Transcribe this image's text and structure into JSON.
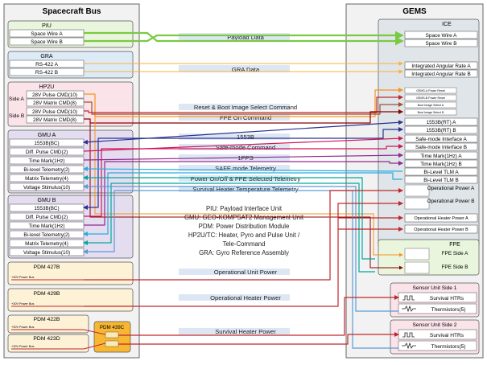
{
  "left_panel": {
    "title": "Spacecraft Bus",
    "piu": {
      "title": "PIU",
      "ports": [
        "Space Wire A",
        "Space Wire B"
      ]
    },
    "gra": {
      "title": "GRA",
      "ports": [
        "RS-422 A",
        "RS-422 B"
      ]
    },
    "hp2u": {
      "title": "HP2U",
      "side_a": "Side A",
      "side_b": "Side B",
      "ports": [
        "28V Pulse CMD(10)",
        "28V Matrix CMD(8)",
        "28V Pulse CMD(10)",
        "28V Matrix CMD(8)"
      ]
    },
    "gmu_a": {
      "title": "GMU A",
      "ports": [
        "1553B(BC)",
        "Diff. Pulse CMD(2)",
        "Time Mark(1Hz)",
        "Bi-level Telemetry(2)",
        "Matrix Telemetry(4)",
        "Voltage Stimulus(10)"
      ]
    },
    "gmu_b": {
      "title": "GMU B",
      "ports": [
        "1553B(BC)",
        "Diff. Pulse CMD(2)",
        "Time Mark(1Hz)",
        "Bi-level Telemetry(2)",
        "Matrix Telemetry(4)",
        "Voltage Stimulus(10)"
      ]
    },
    "pdms": [
      {
        "title": "PDM 427B",
        "line": "+30V Power Bus"
      },
      {
        "title": "PDM 429B",
        "line": "+30V Power Bus"
      },
      {
        "title": "PDM 422B",
        "line": "+30V Power Bus"
      },
      {
        "title": "PDM 423D",
        "line": "+30V Power Bus"
      }
    ],
    "pdm_439c": "PDM 439C"
  },
  "right_panel": {
    "title": "GEMS",
    "ice": {
      "title": "ICE",
      "ports": [
        "Space Wire A",
        "Space Wire B"
      ]
    },
    "gra_ports": [
      "Integrated Angular Rate A",
      "Integrated Angular Rate B"
    ],
    "small_ports": [
      "GEMS-A Power Reset",
      "GEMS-B Power Reset",
      "Boot Image Select A",
      "Boot Image Select B"
    ],
    "ports": [
      "1553B(RT) A",
      "1553B(RT) B",
      "Safe-mode Interface A",
      "Safe-mode Interface B",
      "Time Mark(1Hz) A",
      "Time Mark(1Hz) B",
      "Bi-Level TLM A",
      "Bi-Level TLM B"
    ],
    "op_power_a": "Operational Power A",
    "op_power_b": "Operational Power B",
    "op_heater_a": "Operational Heater Power A",
    "op_heater_b": "Operational Heater Power B",
    "fpe": {
      "title": "FPE",
      "side_a": "FPE Side A",
      "side_b": "FPE Side B"
    },
    "sensor1": {
      "title": "Sensor Unit  Side 1",
      "heaters": "Survival HTRs",
      "thermistors": "Thermistors(5)"
    },
    "sensor2": {
      "title": "Sensor Unit  Side 2",
      "heaters": "Survival HTRs",
      "thermistors": "Thermistors(5)"
    }
  },
  "signals": {
    "payload": "Payload Data",
    "gra": "GRA Data",
    "reset": "Reset & Boot Image Select Command",
    "fpe_on": "FPE On Command",
    "s1553": "1553B",
    "safe_mode": "Safe-mode Command",
    "pps": "1PPS",
    "safe_tlm": "SAFE mode Telemetry",
    "power_onoff": "Power On/Off & FPE Selected Telemetry",
    "survival_temp": "Survival Heater Temperature Telemetry",
    "op_unit_power": "Operational Unit Power",
    "op_heater_power": "Operational Heater Power",
    "survival_heater_power": "Survival Heater Power"
  },
  "legend": [
    "PIU: Payload Interface Unit",
    "GMU: GEO-KOMPSAT2 Management Unit",
    "PDM: Power Distribution Module",
    "HP2U/TC: Heater, Pyro and Pulse Unit /",
    "Tele-Command",
    "GRA: Gyro Reference Assembly"
  ],
  "colors": {
    "green": "#7ac943",
    "orange": "#f7931e",
    "gold": "#fbb03b",
    "red": "#c1272d",
    "darkred": "#8b0000",
    "blue": "#2e3192",
    "magenta": "#d4145a",
    "purple": "#93278f",
    "cyan": "#29abe2",
    "teal": "#00a99d",
    "brown": "#a0522d",
    "lightblue": "#5b9bd5"
  }
}
